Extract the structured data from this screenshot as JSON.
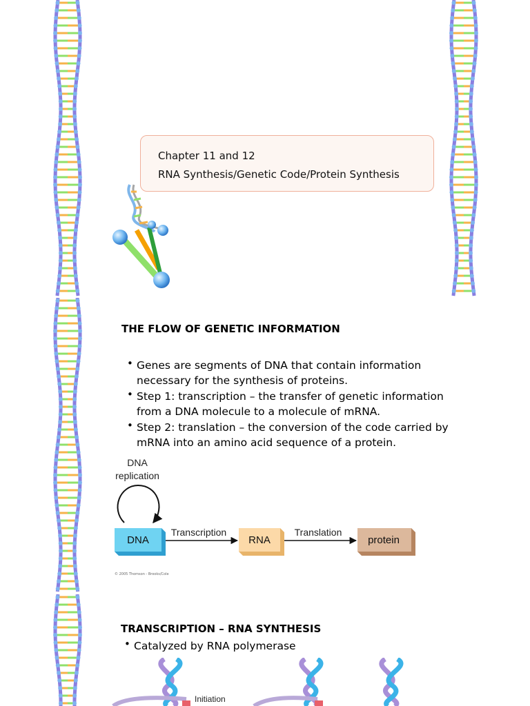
{
  "slide1": {
    "title_line1": "Chapter 11 and 12",
    "title_line2": "RNA Synthesis/Genetic Code/Protein Synthesis"
  },
  "slide2": {
    "heading": "THE FLOW OF GENETIC INFORMATION",
    "bullets": [
      "Genes are segments of DNA that contain information necessary for the synthesis of proteins.",
      "Step 1: transcription – the transfer of genetic information from a DNA molecule to a molecule of mRNA.",
      "Step 2: translation – the conversion of the code carried by mRNA into an amino acid sequence of a protein."
    ],
    "diagram": {
      "replication_label_line1": "DNA",
      "replication_label_line2": "replication",
      "dna_box": "DNA",
      "rna_box": "RNA",
      "protein_box": "protein",
      "arrow1_label": "Transcription",
      "arrow2_label": "Translation",
      "copyright": "© 2005 Thomson - Brooks/Cole"
    }
  },
  "slide3": {
    "heading": "TRANSCRIPTION – RNA SYNTHESIS",
    "bullets": [
      "Catalyzed by RNA polymerase"
    ],
    "figure_label": "Initiation"
  },
  "colors": {
    "title_border": "#f0b09a",
    "dna_box": "#6fd3f2",
    "rna_box": "#fcd9a8",
    "protein_box": "#dcb89c",
    "helix_backbone": "#8a7fe0",
    "helix_base_green": "#8fe06a",
    "helix_base_orange": "#f5b34a"
  }
}
